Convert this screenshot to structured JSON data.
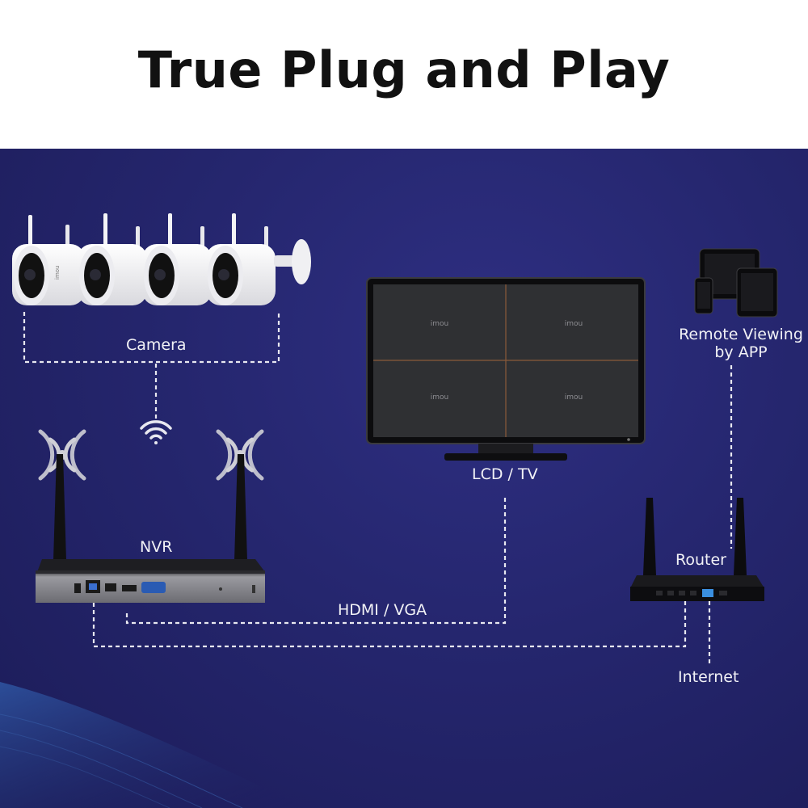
{
  "header": {
    "title": "True Plug and Play"
  },
  "labels": {
    "camera": "Camera",
    "lcd_tv": "LCD / TV",
    "remote_viewing_line1": "Remote Viewing",
    "remote_viewing_line2": "by APP",
    "nvr": "NVR",
    "router": "Router",
    "hdmi_vga": "HDMI / VGA",
    "internet": "Internet"
  },
  "monitor": {
    "quadrant_logo": "imou"
  },
  "camera_brand": "imou",
  "colors": {
    "header_bg": "#ffffff",
    "panel_bg": "#25266e",
    "label_text": "#f2f2f6",
    "connector_line": "#e8e8f0",
    "wifi_signal": "#cfcfd6",
    "monitor_grid": "#8a5a3a"
  },
  "icons": [
    "camera-icon",
    "wifi-signal-icon",
    "tablet-icon",
    "phone-icon",
    "tv-monitor-icon",
    "nvr-device-icon",
    "router-icon"
  ]
}
